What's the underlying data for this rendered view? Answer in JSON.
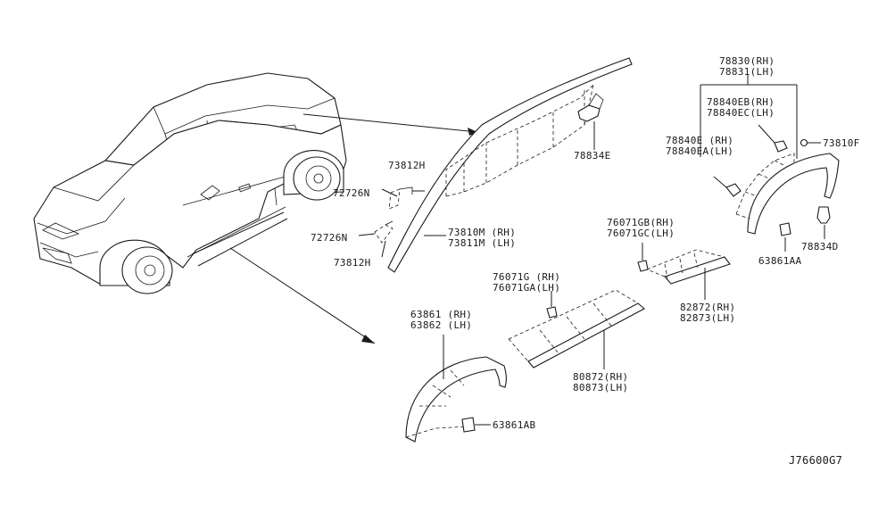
{
  "diagram_id": "J76600G7",
  "labels": {
    "p78830": "78830(RH)",
    "p78831": "78831(LH)",
    "p78840EB": "78840EB(RH)",
    "p78840EC": "78840EC(LH)",
    "p78840E": "78840E (RH)",
    "p78840EA": "78840EA(LH)",
    "p73810F": "73810F",
    "p78834E": "78834E",
    "p78834D": "78834D",
    "p63861AA": "63861AA",
    "p73812H_a": "73812H",
    "p72726N_a": "72726N",
    "p72726N_b": "72726N",
    "p73810M": "73810M (RH)",
    "p73811M": "73811M (LH)",
    "p73812H_b": "73812H",
    "p76071GB": "76071GB(RH)",
    "p76071GC": "76071GC(LH)",
    "p76071G": "76071G (RH)",
    "p76071GA": "76071GA(LH)",
    "p82872": "82872(RH)",
    "p82873": "82873(LH)",
    "p63861": "63861 (RH)",
    "p63862": "63862 (LH)",
    "p80872": "80872(RH)",
    "p80873": "80873(LH)",
    "p63861AB": "63861AB"
  }
}
